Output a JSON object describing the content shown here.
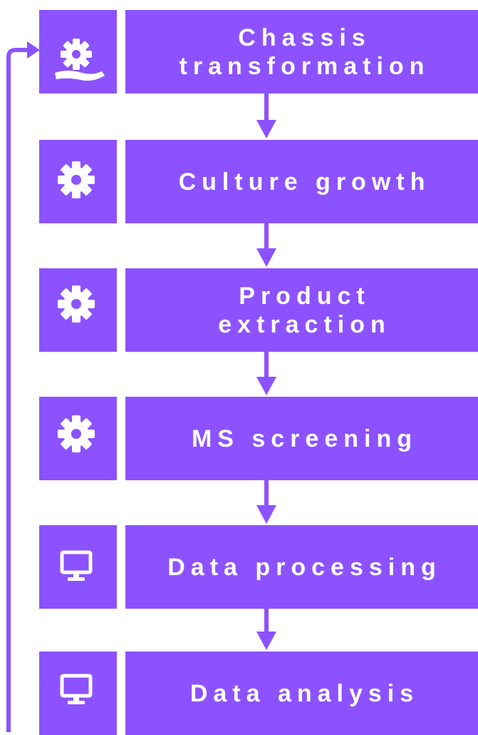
{
  "colors": {
    "accent": "#8c52ff",
    "background": "#ffffff",
    "text": "#ffffff"
  },
  "steps": [
    {
      "label": "Chassis transformation",
      "icon": "gear-hand-icon"
    },
    {
      "label": "Culture growth",
      "icon": "gear-icon"
    },
    {
      "label": "Product extraction",
      "icon": "gear-icon"
    },
    {
      "label": "MS screening",
      "icon": "gear-icon"
    },
    {
      "label": "Data processing",
      "icon": "monitor-icon"
    },
    {
      "label": "Data analysis",
      "icon": "monitor-icon"
    }
  ],
  "connections": [
    {
      "from": "Chassis transformation",
      "to": "Culture growth"
    },
    {
      "from": "Culture growth",
      "to": "Product extraction"
    },
    {
      "from": "Product extraction",
      "to": "MS screening"
    },
    {
      "from": "MS screening",
      "to": "Data processing"
    },
    {
      "from": "Data processing",
      "to": "Data analysis"
    },
    {
      "from": "Data analysis",
      "to": "Chassis transformation",
      "type": "feedback-loop"
    }
  ]
}
